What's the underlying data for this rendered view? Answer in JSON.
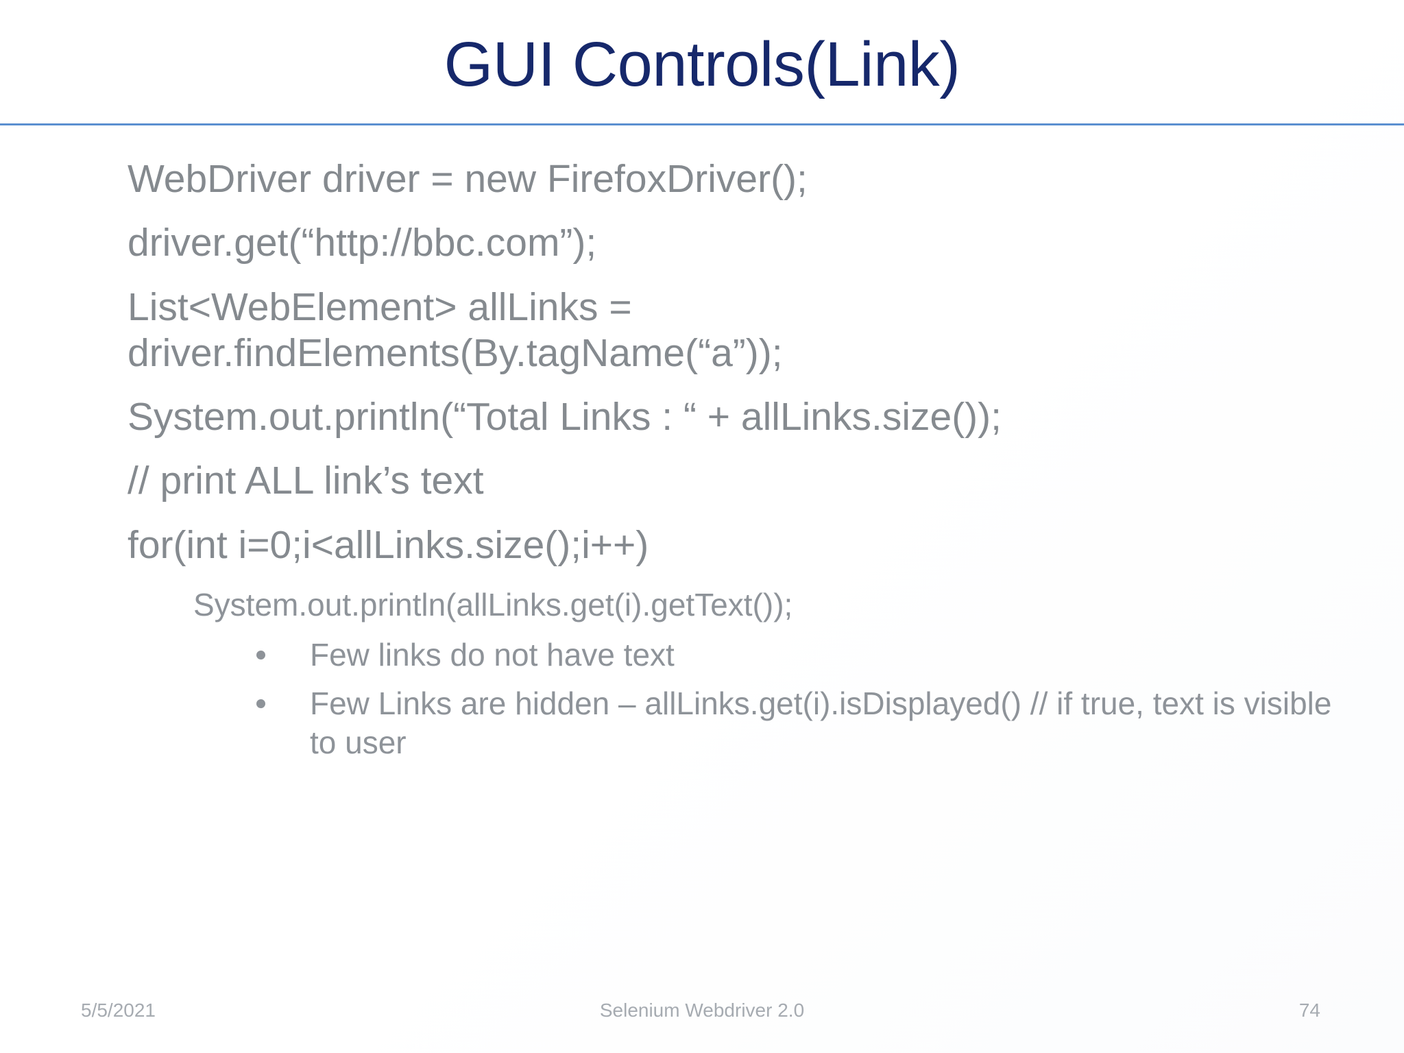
{
  "slide": {
    "title": "GUI Controls(Link)",
    "title_color": "#16286b",
    "rule_color": "#5b8fd0",
    "body_color": "#858a8f",
    "background": "#ffffff"
  },
  "body": {
    "code_lines": [
      "WebDriver driver = new FirefoxDriver();",
      "driver.get(“http://bbc.com”);",
      "List<WebElement> allLinks = driver.findElements(By.tagName(“a”));",
      "System.out.println(“Total Links : “ + allLinks.size());",
      "// print ALL link’s text",
      "for(int i=0;i<allLinks.size();i++)"
    ],
    "indented_line": "System.out.println(allLinks.get(i).getText());",
    "bullets": [
      "Few links do not have text",
      "Few Links are hidden – allLinks.get(i).isDisplayed() // if true, text is visible to user"
    ]
  },
  "footer": {
    "date": "5/5/2021",
    "center": "Selenium Webdriver 2.0",
    "page": "74"
  }
}
